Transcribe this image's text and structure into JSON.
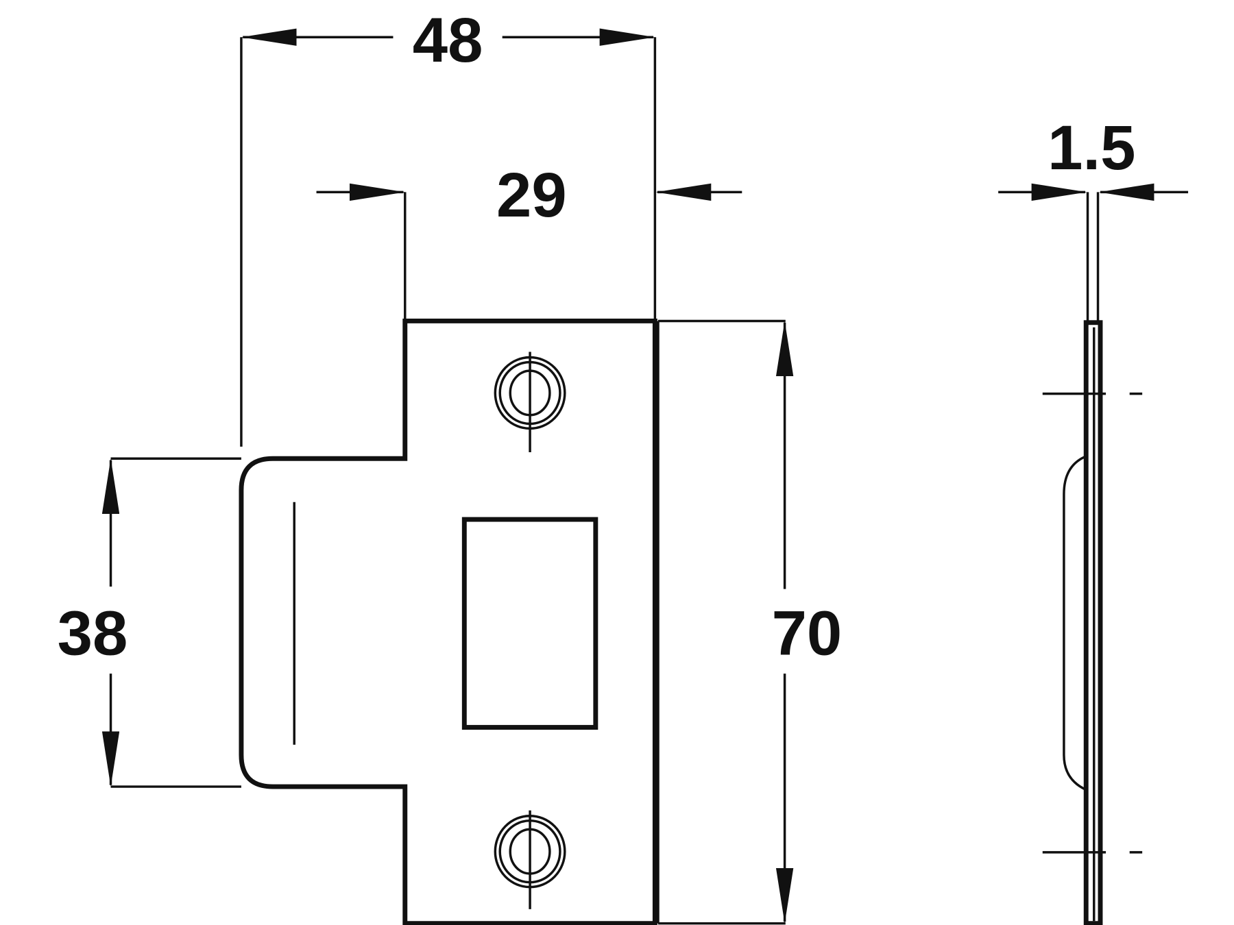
{
  "diagram": {
    "front_view": {
      "overall_width": "48",
      "plate_width": "29",
      "plate_height": "70",
      "tongue_height": "38"
    },
    "side_view": {
      "thickness": "1.5"
    },
    "colors": {
      "line": "#111111",
      "background": "#ffffff"
    }
  }
}
